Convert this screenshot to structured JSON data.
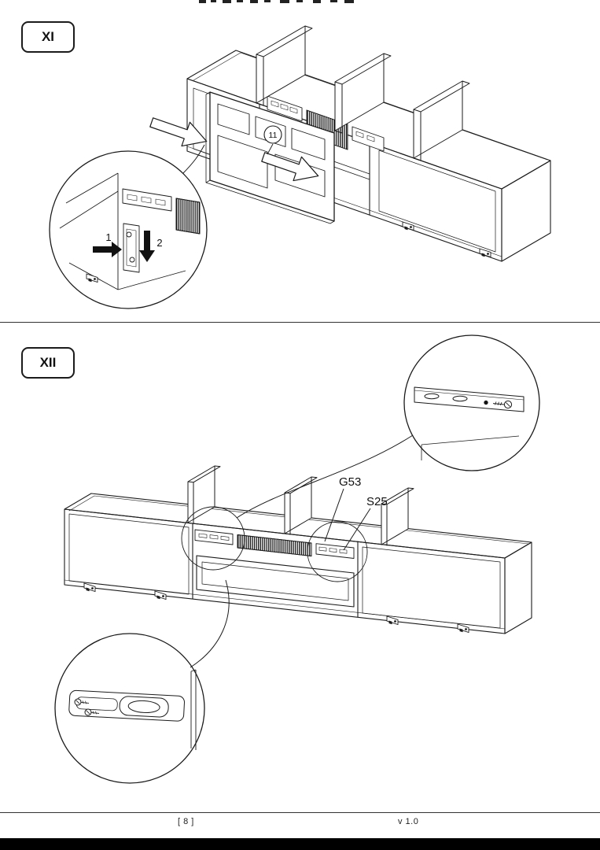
{
  "document": {
    "footer": {
      "page_number": "[ 8 ]",
      "version": "v 1.0"
    }
  },
  "steps": [
    {
      "label": "XI",
      "annotations": {
        "panel_number": "11",
        "sequence_1": "1",
        "sequence_2": "2"
      }
    },
    {
      "label": "XII",
      "annotations": {
        "part_1": "G53",
        "part_2": "S25"
      }
    }
  ]
}
